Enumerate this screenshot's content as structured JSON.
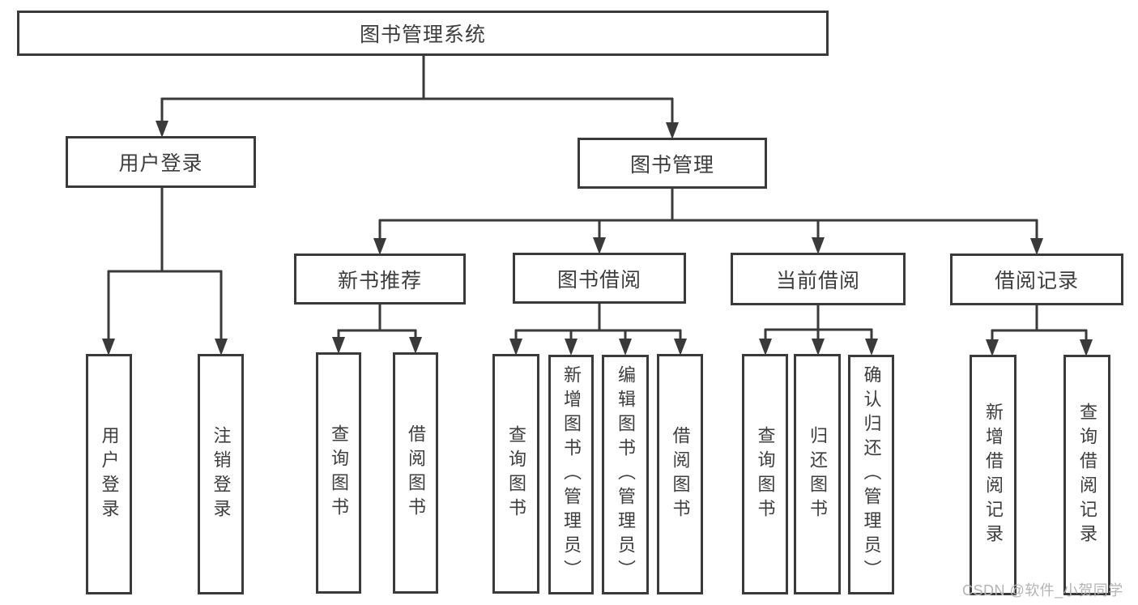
{
  "diagram_type": "hierarchy-tree",
  "colors": {
    "line": "#3a3a3a",
    "box_border": "#3a3a3a",
    "text": "#3d3d3d",
    "background": "#ffffff",
    "watermark": "#b4b4b4"
  },
  "tree": {
    "label": "图书管理系统",
    "children": [
      {
        "label": "用户登录",
        "children": [
          {
            "label": "用户登录"
          },
          {
            "label": "注销登录"
          }
        ]
      },
      {
        "label": "图书管理",
        "children": [
          {
            "label": "新书推荐",
            "children": [
              {
                "label": "查询图书"
              },
              {
                "label": "借阅图书"
              }
            ]
          },
          {
            "label": "图书借阅",
            "children": [
              {
                "label": "查询图书"
              },
              {
                "label": "新增图书（管理员）"
              },
              {
                "label": "编辑图书（管理员）"
              },
              {
                "label": "借阅图书"
              }
            ]
          },
          {
            "label": "当前借阅",
            "children": [
              {
                "label": "查询图书"
              },
              {
                "label": "归还图书"
              },
              {
                "label": "确认归还（管理员）"
              }
            ]
          },
          {
            "label": "借阅记录",
            "children": [
              {
                "label": "新增借阅记录"
              },
              {
                "label": "查询借阅记录"
              }
            ]
          }
        ]
      }
    ]
  },
  "watermark": {
    "text": "CSDN @软件_小贺同学"
  }
}
